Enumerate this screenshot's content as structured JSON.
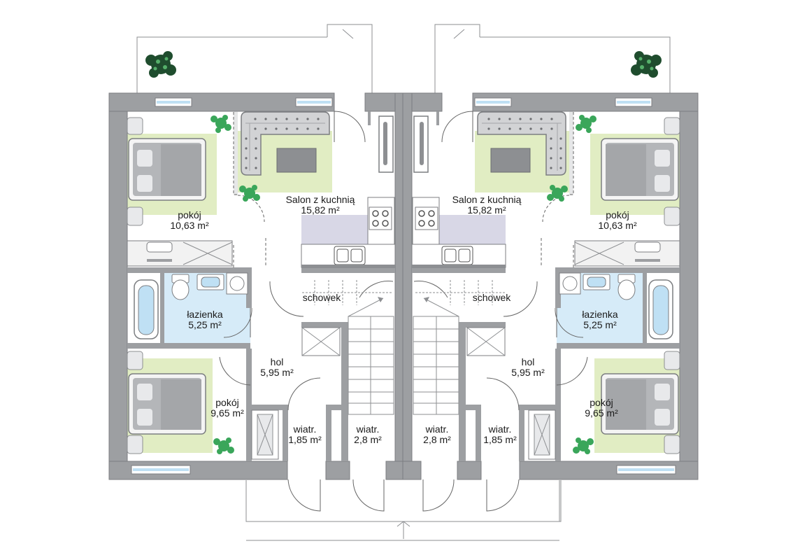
{
  "colors": {
    "wall": "#9d9fa2",
    "wall_edge": "#7c7e81",
    "bathroom_floor": "#d6ebf8",
    "kitchen_counter": "#d8d7e6",
    "rug": "#e1edc3",
    "window": "#bfe0f4",
    "plant": "#3aa65a"
  },
  "left_unit": {
    "salon": {
      "name": "Salon z kuchnią",
      "area": "15,82 m²"
    },
    "pokoj_top": {
      "name": "pokój",
      "area": "10,63 m²"
    },
    "lazienka": {
      "name": "łazienka",
      "area": "5,25 m²"
    },
    "schowek": {
      "name": "schowek"
    },
    "hol": {
      "name": "hol",
      "area": "5,95 m²"
    },
    "pokoj_bottom": {
      "name": "pokój",
      "area": "9,65 m²"
    },
    "wiatr_a": {
      "name": "wiatr.",
      "area": "1,85 m²"
    },
    "wiatr_b": {
      "name": "wiatr.",
      "area": "2,8 m²"
    }
  },
  "right_unit": {
    "salon": {
      "name": "Salon z kuchnią",
      "area": "15,82 m²"
    },
    "pokoj_top": {
      "name": "pokój",
      "area": "10,63 m²"
    },
    "lazienka": {
      "name": "łazienka",
      "area": "5,25 m²"
    },
    "schowek": {
      "name": "schowek"
    },
    "hol": {
      "name": "hol",
      "area": "5,95 m²"
    },
    "pokoj_bottom": {
      "name": "pokój",
      "area": "9,65 m²"
    },
    "wiatr_a": {
      "name": "wiatr.",
      "area": "1,85 m²"
    },
    "wiatr_b": {
      "name": "wiatr.",
      "area": "2,8 m²"
    }
  }
}
